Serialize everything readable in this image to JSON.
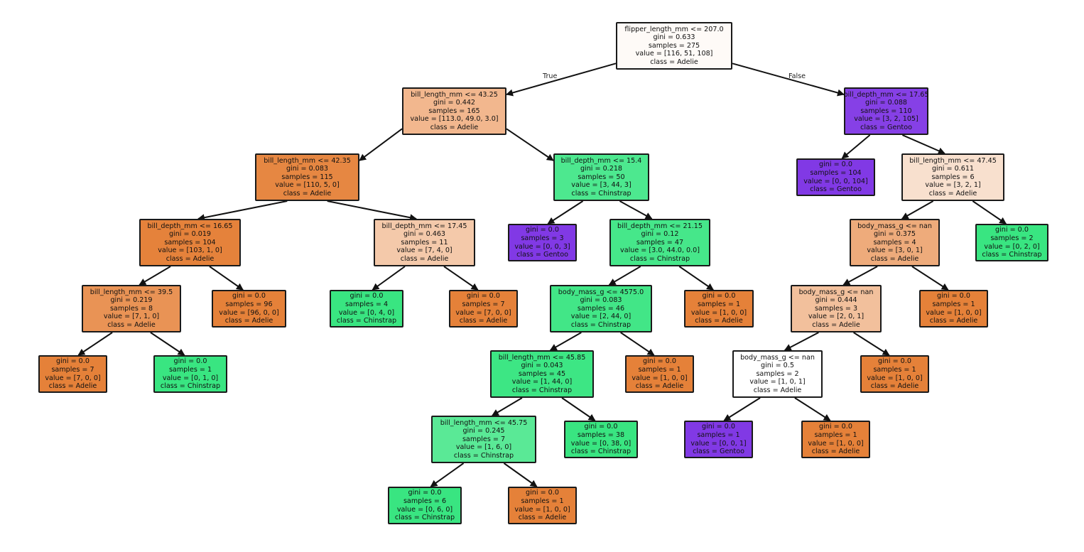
{
  "edge_labels": {
    "true_label": "True",
    "false_label": "False"
  },
  "nodes": [
    {
      "id": "n0",
      "lines": [
        "flipper_length_mm <= 207.0",
        "gini = 0.633",
        "samples = 275",
        "value = [116, 51, 108]",
        "class = Adelie"
      ],
      "fill": "#fefaf7"
    },
    {
      "id": "n1",
      "lines": [
        "bill_length_mm <= 43.25",
        "gini = 0.442",
        "samples = 165",
        "value = [113.0, 49.0, 3.0]",
        "class = Adelie"
      ],
      "fill": "#f2b78e"
    },
    {
      "id": "n2",
      "lines": [
        "bill_depth_mm <= 17.65",
        "gini = 0.088",
        "samples = 110",
        "value = [3, 2, 105]",
        "class = Gentoo"
      ],
      "fill": "#8640e6"
    },
    {
      "id": "n3",
      "lines": [
        "bill_length_mm <= 42.35",
        "gini = 0.083",
        "samples = 115",
        "value = [110, 5, 0]",
        "class = Adelie"
      ],
      "fill": "#e68742"
    },
    {
      "id": "n4",
      "lines": [
        "bill_depth_mm <= 15.4",
        "gini = 0.218",
        "samples = 50",
        "value = [3, 44, 3]",
        "class = Chinstrap"
      ],
      "fill": "#4de88f"
    },
    {
      "id": "n5",
      "lines": [
        "gini = 0.0",
        "samples = 104",
        "value = [0, 0, 104]",
        "class = Gentoo"
      ],
      "fill": "#8139e5"
    },
    {
      "id": "n6",
      "lines": [
        "bill_length_mm <= 47.45",
        "gini = 0.611",
        "samples = 6",
        "value = [3, 2, 1]",
        "class = Adelie"
      ],
      "fill": "#f8e0ce"
    },
    {
      "id": "n7",
      "lines": [
        "bill_depth_mm <= 16.65",
        "gini = 0.019",
        "samples = 104",
        "value = [103, 1, 0]",
        "class = Adelie"
      ],
      "fill": "#e5823b"
    },
    {
      "id": "n8",
      "lines": [
        "bill_depth_mm <= 17.45",
        "gini = 0.463",
        "samples = 11",
        "value = [7, 4, 0]",
        "class = Adelie"
      ],
      "fill": "#f4c9aa"
    },
    {
      "id": "n9",
      "lines": [
        "gini = 0.0",
        "samples = 3",
        "value = [0, 0, 3]",
        "class = Gentoo"
      ],
      "fill": "#8139e5"
    },
    {
      "id": "n10",
      "lines": [
        "bill_depth_mm <= 21.15",
        "gini = 0.12",
        "samples = 47",
        "value = [3.0, 44.0, 0.0]",
        "class = Chinstrap"
      ],
      "fill": "#46e78a"
    },
    {
      "id": "n11",
      "lines": [
        "body_mass_g <= nan",
        "gini = 0.375",
        "samples = 4",
        "value = [3, 0, 1]",
        "class = Adelie"
      ],
      "fill": "#eeab7b"
    },
    {
      "id": "n12",
      "lines": [
        "gini = 0.0",
        "samples = 2",
        "value = [0, 2, 0]",
        "class = Chinstrap"
      ],
      "fill": "#39e581"
    },
    {
      "id": "n13",
      "lines": [
        "bill_length_mm <= 39.5",
        "gini = 0.219",
        "samples = 8",
        "value = [7, 1, 0]",
        "class = Adelie"
      ],
      "fill": "#e99355"
    },
    {
      "id": "n14",
      "lines": [
        "gini = 0.0",
        "samples = 96",
        "value = [96, 0, 0]",
        "class = Adelie"
      ],
      "fill": "#e58139"
    },
    {
      "id": "n15",
      "lines": [
        "gini = 0.0",
        "samples = 4",
        "value = [0, 4, 0]",
        "class = Chinstrap"
      ],
      "fill": "#39e581"
    },
    {
      "id": "n16",
      "lines": [
        "gini = 0.0",
        "samples = 7",
        "value = [7, 0, 0]",
        "class = Adelie"
      ],
      "fill": "#e58139"
    },
    {
      "id": "n17",
      "lines": [
        "body_mass_g <= 4575.0",
        "gini = 0.083",
        "samples = 46",
        "value = [2, 44, 0]",
        "class = Chinstrap"
      ],
      "fill": "#42e687"
    },
    {
      "id": "n18",
      "lines": [
        "gini = 0.0",
        "samples = 1",
        "value = [1, 0, 0]",
        "class = Adelie"
      ],
      "fill": "#e58139"
    },
    {
      "id": "n19",
      "lines": [
        "body_mass_g <= nan",
        "gini = 0.444",
        "samples = 3",
        "value = [2, 0, 1]",
        "class = Adelie"
      ],
      "fill": "#f2c09c"
    },
    {
      "id": "n20",
      "lines": [
        "gini = 0.0",
        "samples = 1",
        "value = [1, 0, 0]",
        "class = Adelie"
      ],
      "fill": "#e58139"
    },
    {
      "id": "n21",
      "lines": [
        "gini = 0.0",
        "samples = 7",
        "value = [7, 0, 0]",
        "class = Adelie"
      ],
      "fill": "#e58139"
    },
    {
      "id": "n22",
      "lines": [
        "gini = 0.0",
        "samples = 1",
        "value = [0, 1, 0]",
        "class = Chinstrap"
      ],
      "fill": "#39e581"
    },
    {
      "id": "n23",
      "lines": [
        "bill_length_mm <= 45.85",
        "gini = 0.043",
        "samples = 45",
        "value = [1, 44, 0]",
        "class = Chinstrap"
      ],
      "fill": "#3de684"
    },
    {
      "id": "n24",
      "lines": [
        "gini = 0.0",
        "samples = 1",
        "value = [1, 0, 0]",
        "class = Adelie"
      ],
      "fill": "#e58139"
    },
    {
      "id": "n25",
      "lines": [
        "body_mass_g <= nan",
        "gini = 0.5",
        "samples = 2",
        "value = [1, 0, 1]",
        "class = Adelie"
      ],
      "fill": "#ffffff"
    },
    {
      "id": "n26",
      "lines": [
        "gini = 0.0",
        "samples = 1",
        "value = [1, 0, 0]",
        "class = Adelie"
      ],
      "fill": "#e58139"
    },
    {
      "id": "n27",
      "lines": [
        "bill_length_mm <= 45.75",
        "gini = 0.245",
        "samples = 7",
        "value = [1, 6, 0]",
        "class = Chinstrap"
      ],
      "fill": "#5ae996"
    },
    {
      "id": "n28",
      "lines": [
        "gini = 0.0",
        "samples = 38",
        "value = [0, 38, 0]",
        "class = Chinstrap"
      ],
      "fill": "#39e581"
    },
    {
      "id": "n29",
      "lines": [
        "gini = 0.0",
        "samples = 1",
        "value = [0, 0, 1]",
        "class = Gentoo"
      ],
      "fill": "#8139e5"
    },
    {
      "id": "n30",
      "lines": [
        "gini = 0.0",
        "samples = 1",
        "value = [1, 0, 0]",
        "class = Adelie"
      ],
      "fill": "#e58139"
    },
    {
      "id": "n31",
      "lines": [
        "gini = 0.0",
        "samples = 6",
        "value = [0, 6, 0]",
        "class = Chinstrap"
      ],
      "fill": "#39e581"
    },
    {
      "id": "n32",
      "lines": [
        "gini = 0.0",
        "samples = 1",
        "value = [1, 0, 0]",
        "class = Adelie"
      ],
      "fill": "#e58139"
    }
  ],
  "edges": [
    [
      "n0",
      "n1"
    ],
    [
      "n0",
      "n2"
    ],
    [
      "n1",
      "n3"
    ],
    [
      "n1",
      "n4"
    ],
    [
      "n2",
      "n5"
    ],
    [
      "n2",
      "n6"
    ],
    [
      "n3",
      "n7"
    ],
    [
      "n3",
      "n8"
    ],
    [
      "n4",
      "n9"
    ],
    [
      "n4",
      "n10"
    ],
    [
      "n6",
      "n11"
    ],
    [
      "n6",
      "n12"
    ],
    [
      "n7",
      "n13"
    ],
    [
      "n7",
      "n14"
    ],
    [
      "n8",
      "n15"
    ],
    [
      "n8",
      "n21"
    ],
    [
      "n10",
      "n17"
    ],
    [
      "n10",
      "n18"
    ],
    [
      "n11",
      "n19"
    ],
    [
      "n11",
      "n20"
    ],
    [
      "n13",
      "n16"
    ],
    [
      "n13",
      "n22"
    ],
    [
      "n17",
      "n23"
    ],
    [
      "n17",
      "n24"
    ],
    [
      "n19",
      "n25"
    ],
    [
      "n19",
      "n26"
    ],
    [
      "n23",
      "n27"
    ],
    [
      "n23",
      "n28"
    ],
    [
      "n25",
      "n29"
    ],
    [
      "n25",
      "n30"
    ],
    [
      "n27",
      "n31"
    ],
    [
      "n27",
      "n32"
    ]
  ]
}
